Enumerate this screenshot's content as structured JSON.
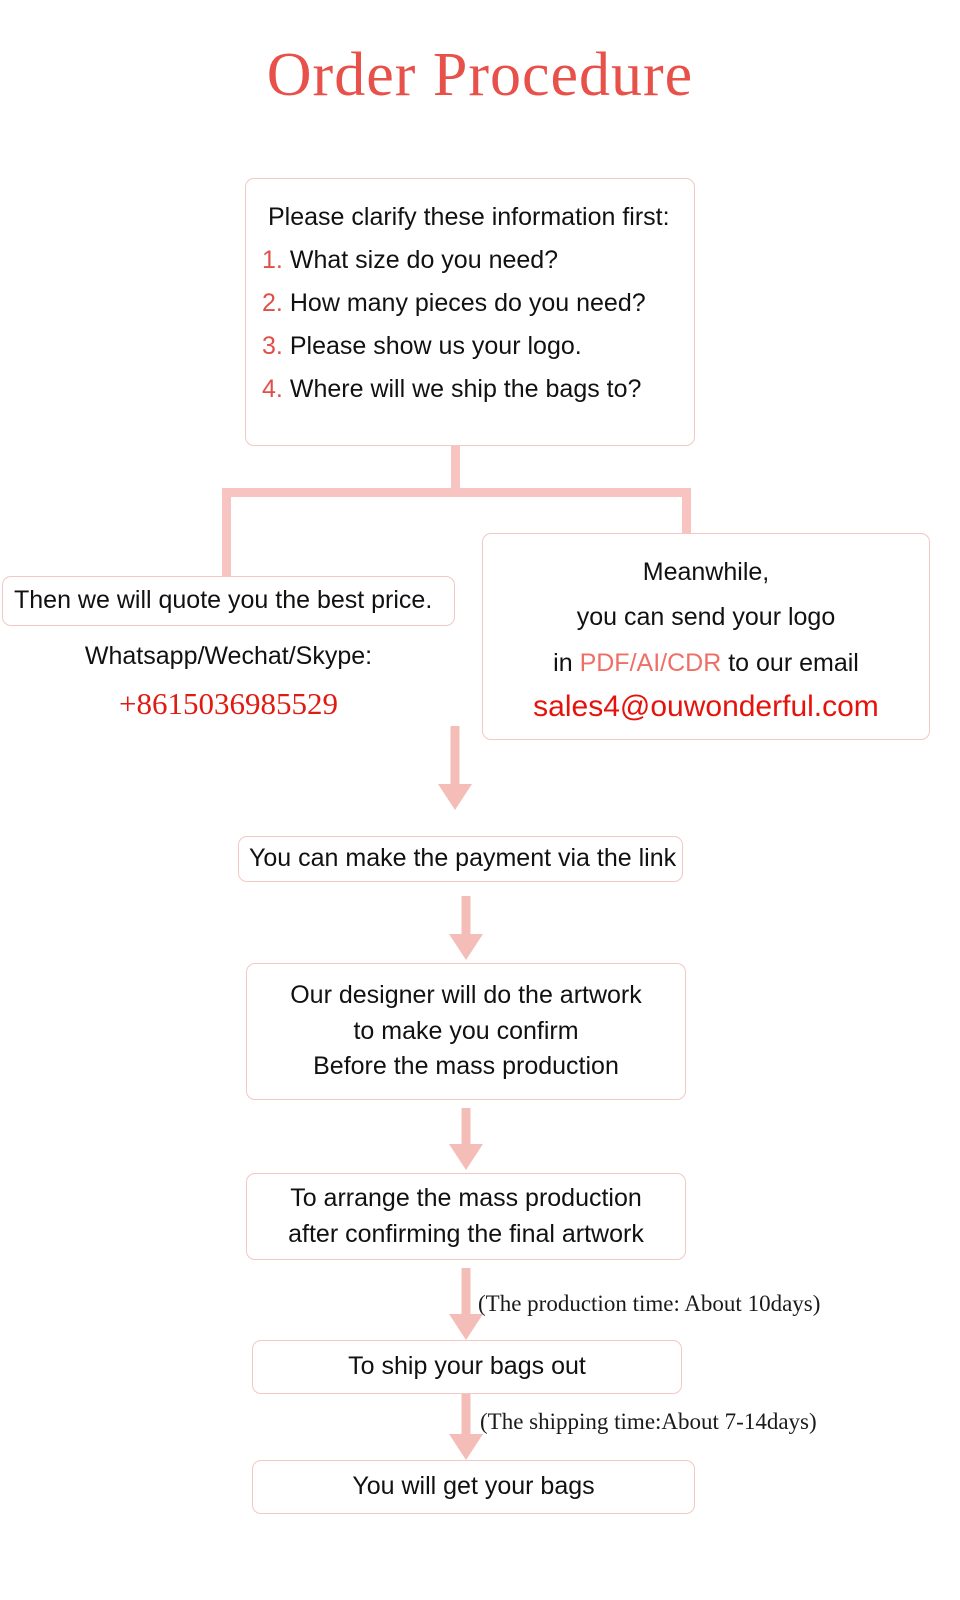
{
  "page": {
    "title": "Order Procedure",
    "accent_red": "#e8504a",
    "bright_red": "#e6130c",
    "light_coral": "#ef6f67",
    "connector_pink": "#f4bdb8",
    "box_border": "#f2c8c4"
  },
  "clarify_box": {
    "heading": "Please clarify these information first:",
    "items": [
      {
        "num": "1.",
        "text": "What size do you need?"
      },
      {
        "num": "2.",
        "text": "How many pieces do you need?"
      },
      {
        "num": "3.",
        "text": "Please show us your logo."
      },
      {
        "num": "4.",
        "text": "Where will we ship the bags to?"
      }
    ]
  },
  "quote_box": {
    "text": "Then we will quote you the best price."
  },
  "contact": {
    "channels": "Whatsapp/Wechat/Skype:",
    "phone": "+8615036985529"
  },
  "meanwhile_box": {
    "line1": "Meanwhile,",
    "line2": "you can send your logo",
    "line3_pre": "in ",
    "line3_formats": "PDF/AI/CDR",
    "line3_post": " to our email",
    "email": "sales4@ouwonderful.com"
  },
  "payment_box": {
    "text": "You can make the payment via the link"
  },
  "designer_box": {
    "line1": "Our designer will do the artwork",
    "line2": "to make you confirm",
    "line3": "Before the mass production"
  },
  "mass_production_box": {
    "line1": "To arrange the mass production",
    "line2": "after confirming the final artwork"
  },
  "ship_box": {
    "text": "To ship your bags out"
  },
  "getbags_box": {
    "text": "You will get your bags"
  },
  "notes": {
    "production_time": "(The production time: About 10days)",
    "shipping_time": "(The shipping time:About 7-14days)"
  }
}
